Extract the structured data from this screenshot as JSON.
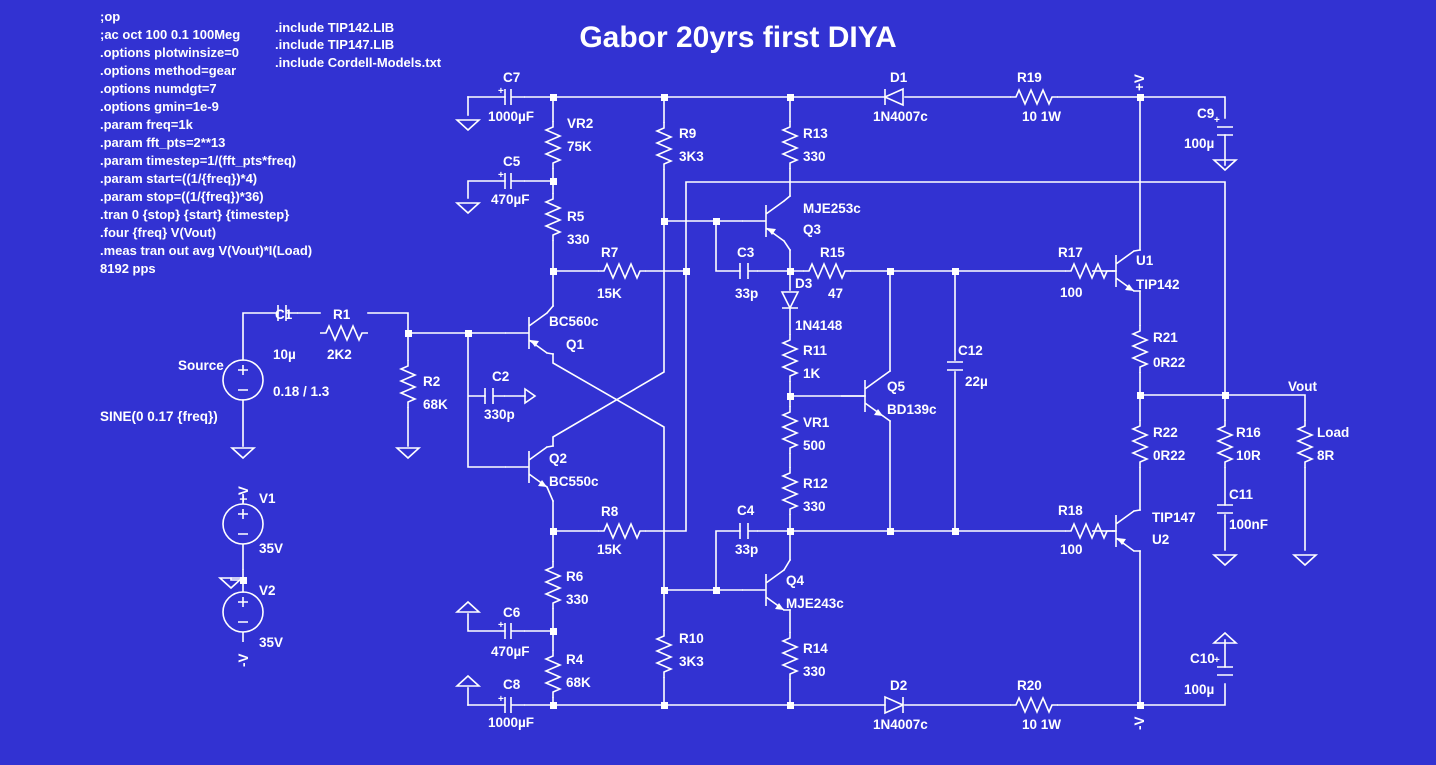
{
  "title": "Gabor 20yrs first DIYA",
  "directives": [
    ";op",
    ";ac oct 100 0.1 100Meg",
    ".options plotwinsize=0",
    ".options method=gear",
    ".options numdgt=7",
    ".options gmin=1e-9",
    ".param freq=1k",
    ".param fft_pts=2**13",
    ".param timestep=1/(fft_pts*freq)",
    ".param start=((1/{freq})*4)",
    ".param stop=((1/{freq})*36)",
    ".tran 0 {stop} {start} {timestep}",
    ".four {freq} V(Vout)",
    ".meas tran out avg V(Vout)*I(Load)",
    "8192 pps"
  ],
  "includes": [
    ".include TIP142.LIB",
    ".include TIP147.LIB",
    ".include Cordell-Models.txt"
  ],
  "source": {
    "name": "Source",
    "value": "0.18 / 1.3",
    "spec": "SINE(0 0.17 {freq})"
  },
  "components": {
    "C1": {
      "name": "C1",
      "value": "10µ"
    },
    "R1": {
      "name": "R1",
      "value": "2K2"
    },
    "R2": {
      "name": "R2",
      "value": "68K"
    },
    "C2": {
      "name": "C2",
      "value": "330p"
    },
    "Q1": {
      "name": "Q1",
      "value": "BC560c"
    },
    "Q2": {
      "name": "Q2",
      "value": "BC550c"
    },
    "VR2": {
      "name": "VR2",
      "value": "75K"
    },
    "C5": {
      "name": "C5",
      "value": "470µF"
    },
    "R5": {
      "name": "R5",
      "value": "330"
    },
    "R7": {
      "name": "R7",
      "value": "15K"
    },
    "C7": {
      "name": "C7",
      "value": "1000µF"
    },
    "R8": {
      "name": "R8",
      "value": "15K"
    },
    "R6": {
      "name": "R6",
      "value": "330"
    },
    "C6": {
      "name": "C6",
      "value": "470µF"
    },
    "R4": {
      "name": "R4",
      "value": "68K"
    },
    "C8": {
      "name": "C8",
      "value": "1000µF"
    },
    "R9": {
      "name": "R9",
      "value": "3K3"
    },
    "R10": {
      "name": "R10",
      "value": "3K3"
    },
    "R13": {
      "name": "R13",
      "value": "330"
    },
    "Q3": {
      "name": "Q3",
      "value": "MJE253c"
    },
    "C3": {
      "name": "C3",
      "value": "33p"
    },
    "D3": {
      "name": "D3",
      "value": "1N4148"
    },
    "R15": {
      "name": "R15",
      "value": "47"
    },
    "R11": {
      "name": "R11",
      "value": "1K"
    },
    "VR1": {
      "name": "VR1",
      "value": "500"
    },
    "R12": {
      "name": "R12",
      "value": "330"
    },
    "C4": {
      "name": "C4",
      "value": "33p"
    },
    "Q4": {
      "name": "Q4",
      "value": "MJE243c"
    },
    "R14": {
      "name": "R14",
      "value": "330"
    },
    "Q5": {
      "name": "Q5",
      "value": "BD139c"
    },
    "C12": {
      "name": "C12",
      "value": "22µ"
    },
    "D1": {
      "name": "D1",
      "value": "1N4007c"
    },
    "R19": {
      "name": "R19",
      "value": "10 1W"
    },
    "D2": {
      "name": "D2",
      "value": "1N4007c"
    },
    "R20": {
      "name": "R20",
      "value": "10 1W"
    },
    "C9": {
      "name": "C9",
      "value": "100µ"
    },
    "C10": {
      "name": "C10",
      "value": "100µ"
    },
    "R17": {
      "name": "R17",
      "value": "100"
    },
    "R18": {
      "name": "R18",
      "value": "100"
    },
    "U1": {
      "name": "U1",
      "value": "TIP142"
    },
    "U2": {
      "name": "U2",
      "value": "TIP147"
    },
    "R21": {
      "name": "R21",
      "value": "0R22"
    },
    "R22": {
      "name": "R22",
      "value": "0R22"
    },
    "R16": {
      "name": "R16",
      "value": "10R"
    },
    "C11": {
      "name": "C11",
      "value": "100nF"
    },
    "Load": {
      "name": "Load",
      "value": "8R"
    },
    "V1": {
      "name": "V1",
      "value": "35V"
    },
    "V2": {
      "name": "V2",
      "value": "35V"
    }
  },
  "nets": {
    "vout": "Vout",
    "vplus": "+V",
    "vminus": "-V"
  },
  "colors": {
    "background": "#3232d2",
    "wire": "#ffffff",
    "text": "#ffffff"
  }
}
